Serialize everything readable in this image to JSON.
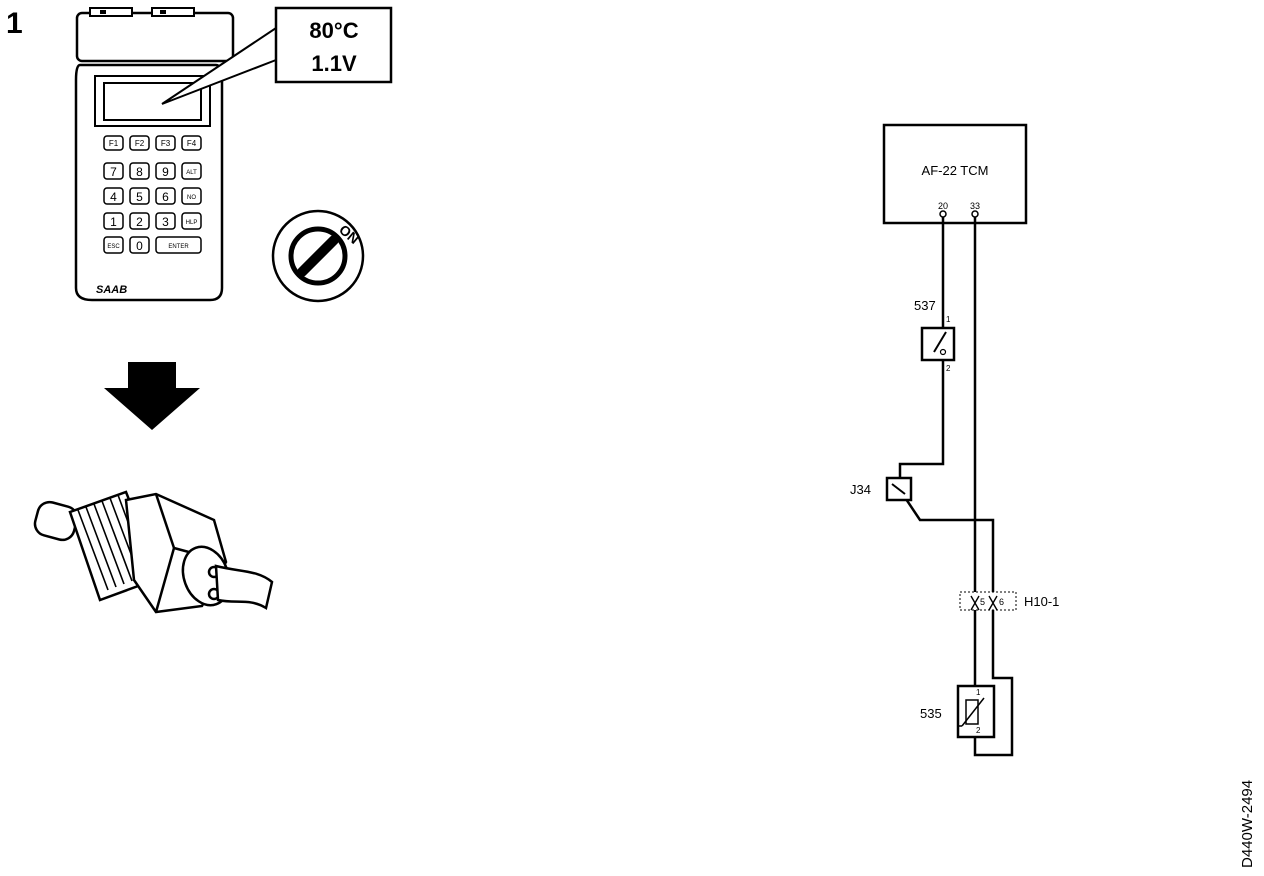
{
  "step": {
    "number": "1"
  },
  "scan_tool": {
    "callout": {
      "line1": "80°C",
      "line2": "1.1V"
    },
    "function_keys": [
      "F1",
      "F2",
      "F3",
      "F4"
    ],
    "keypad": [
      [
        "7",
        "8",
        "9",
        "ALT"
      ],
      [
        "4",
        "5",
        "6",
        "NO"
      ],
      [
        "1",
        "2",
        "3",
        "HLP"
      ],
      [
        "ESC",
        "0",
        "ENTER"
      ]
    ],
    "brand": "SAAB",
    "icon": "diagnostic-scan-tool"
  },
  "ignition": {
    "label": "ON",
    "icon": "ignition-key-on"
  },
  "arrow": {
    "icon": "arrow-down"
  },
  "sensor": {
    "icon": "temperature-sensor-with-connector"
  },
  "schematic": {
    "module": {
      "label": "AF-22 TCM",
      "pins": [
        "20",
        "33"
      ]
    },
    "switch": {
      "label": "537",
      "pins": [
        "1",
        "2"
      ]
    },
    "junction": {
      "label": "J34"
    },
    "connector": {
      "label": "H10-1",
      "pins": [
        "5",
        "6"
      ]
    },
    "sensor": {
      "label": "535",
      "pins": [
        "1",
        "2"
      ]
    }
  },
  "figure_code": "D440W-2494"
}
